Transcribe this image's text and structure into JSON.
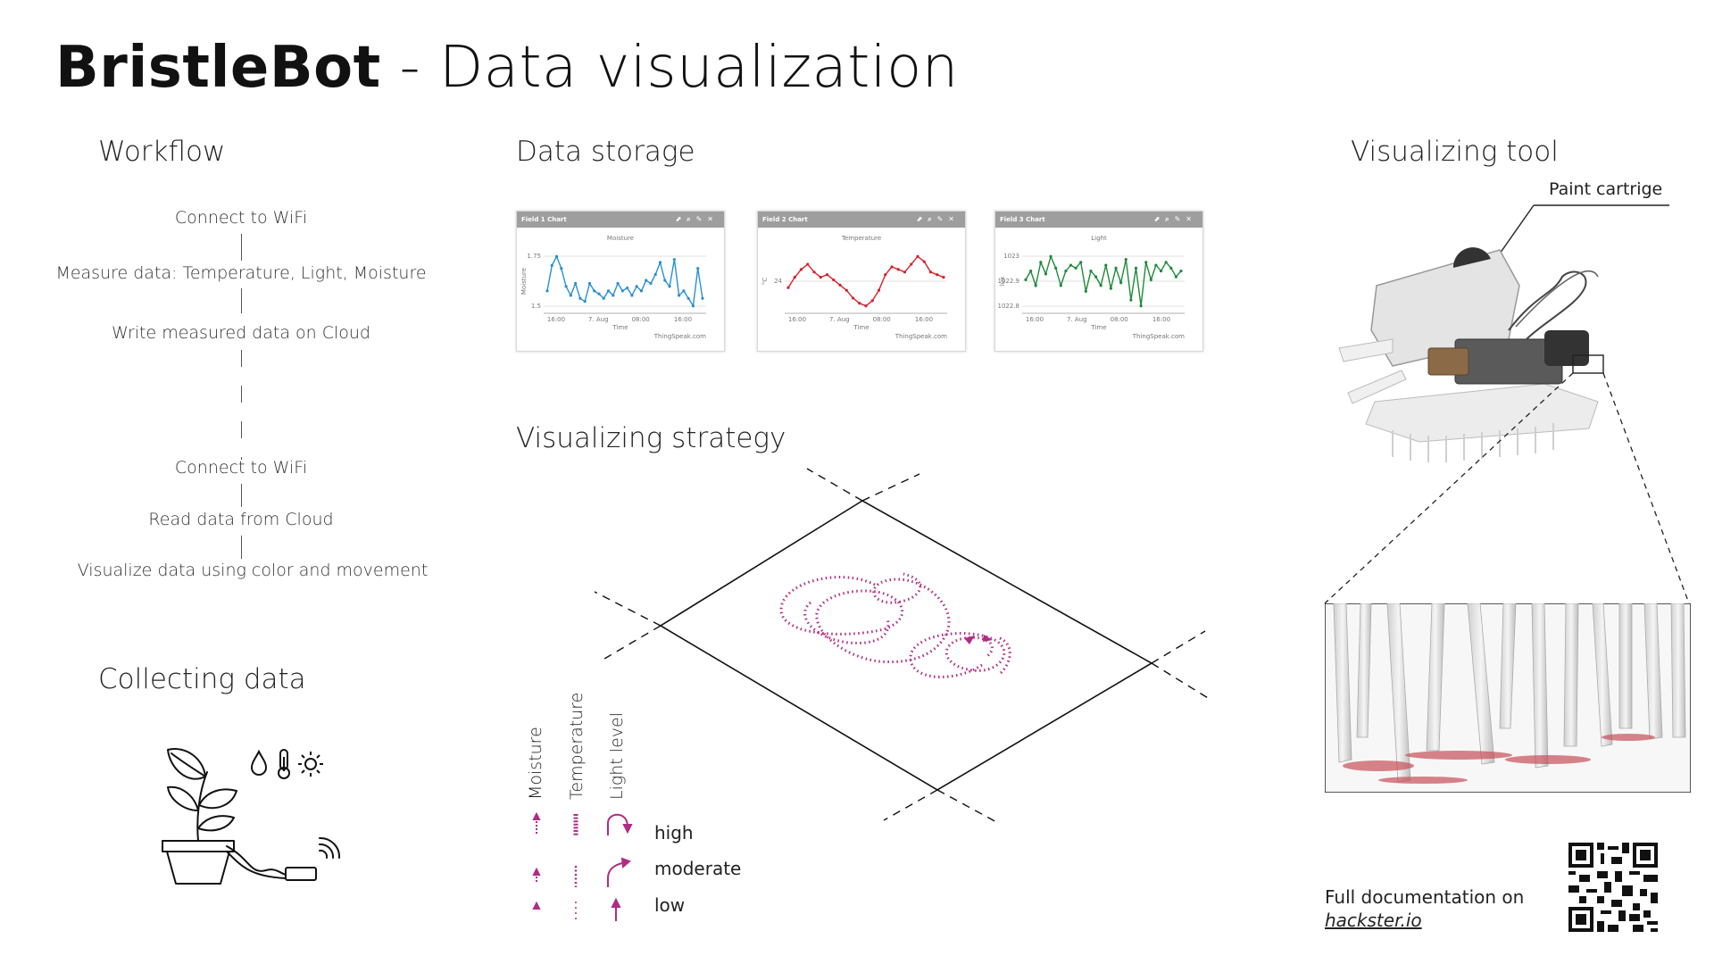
{
  "title": {
    "bold": "BristleBot",
    "rest": " - Data visualization"
  },
  "sections": {
    "workflow": "Workflow",
    "collecting": "Collecting data",
    "storage": "Data storage",
    "strategy": "Visualizing strategy",
    "tool": "Visualizing tool"
  },
  "workflow_steps": [
    "Connect to WiFi",
    "Measure data: Temperature, Light, Moisture",
    "Write measured data on Cloud",
    "Connect to WiFi",
    "Read data from Cloud",
    "Visualize data using color and movement"
  ],
  "charts": [
    {
      "header": "Field 1 Chart",
      "title": "Moisture",
      "ylabel": "Moisture",
      "yticks": [
        "1.75",
        "1.5"
      ],
      "xticks": [
        "16:00",
        "7. Aug",
        "08:00",
        "16:00"
      ],
      "xlabel": "Time",
      "footer": "ThingSpeak.com",
      "color": "#2a8fd0",
      "values": [
        1.55,
        1.72,
        1.78,
        1.7,
        1.58,
        1.52,
        1.6,
        1.5,
        1.48,
        1.6,
        1.55,
        1.53,
        1.5,
        1.55,
        1.52,
        1.6,
        1.55,
        1.57,
        1.52,
        1.58,
        1.55,
        1.62,
        1.6,
        1.66,
        1.74,
        1.62,
        1.58,
        1.76,
        1.52,
        1.55,
        1.5,
        1.45,
        1.7,
        1.5
      ]
    },
    {
      "header": "Field 2 Chart",
      "title": "Temperature",
      "ylabel": "°C",
      "yticks": [
        "24"
      ],
      "xticks": [
        "16:00",
        "7. Aug",
        "08:00",
        "16:00"
      ],
      "xlabel": "Time",
      "footer": "ThingSpeak.com",
      "color": "#d4202a",
      "values": [
        24.0,
        24.4,
        24.7,
        24.9,
        24.6,
        24.4,
        24.5,
        24.3,
        24.1,
        23.9,
        23.6,
        23.4,
        23.3,
        23.5,
        23.9,
        24.5,
        24.8,
        24.7,
        24.6,
        24.9,
        25.2,
        25.0,
        24.6,
        24.5,
        24.4
      ]
    },
    {
      "header": "Field 3 Chart",
      "title": "Light",
      "ylabel": "lux",
      "yticks": [
        "1023",
        "1022.9",
        "1022.8"
      ],
      "xticks": [
        "16:00",
        "7. Aug",
        "08:00",
        "16:00"
      ],
      "xlabel": "Time",
      "footer": "ThingSpeak.com",
      "color": "#1f8a3a",
      "values": [
        1022.92,
        1022.95,
        1022.9,
        1022.98,
        1022.94,
        1023.0,
        1022.96,
        1022.9,
        1022.95,
        1022.97,
        1022.96,
        1022.98,
        1022.88,
        1022.95,
        1022.93,
        1022.9,
        1022.97,
        1022.89,
        1022.96,
        1022.91,
        1022.99,
        1022.85,
        1022.96,
        1022.83,
        1022.98,
        1022.92,
        1022.97,
        1022.95,
        1022.98,
        1022.96,
        1022.93,
        1022.95
      ]
    }
  ],
  "legend": {
    "headers": [
      "Moisture",
      "Temperature",
      "Light level"
    ],
    "levels": [
      "high",
      "moderate",
      "low"
    ],
    "color": "#b02c84"
  },
  "tool": {
    "callout": "Paint cartrige",
    "doc_line1": "Full documentation on",
    "doc_link": "hackster.io"
  },
  "colors": {
    "accent": "#b02c84",
    "line": "#222222"
  }
}
